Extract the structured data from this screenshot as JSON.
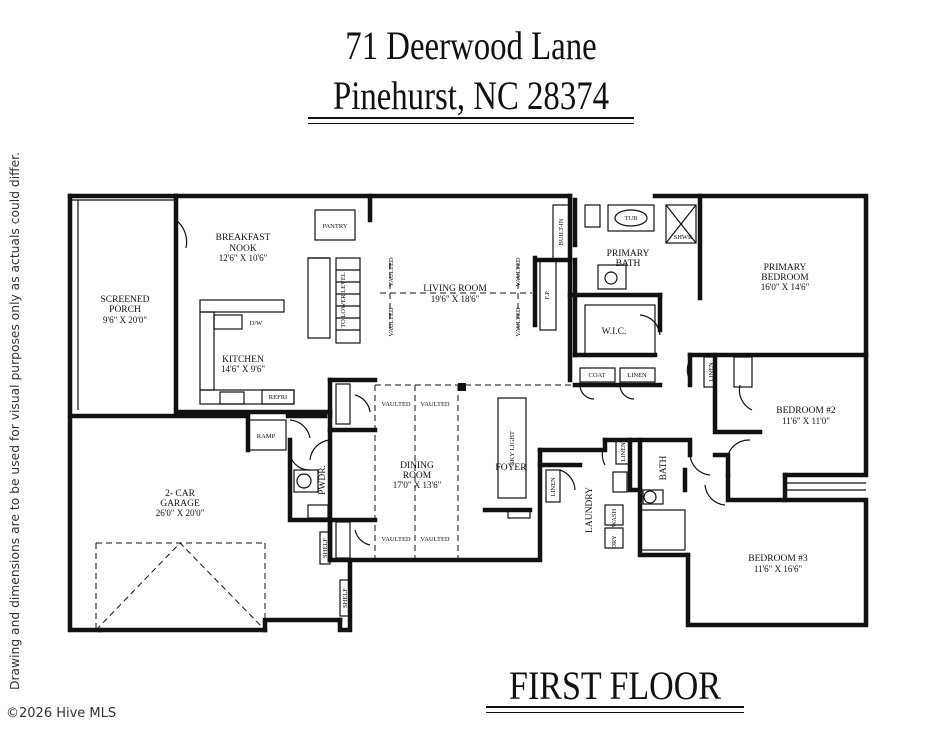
{
  "header": {
    "address_line1": "71 Deerwood Lane",
    "address_line2": "Pinehurst, NC 28374"
  },
  "footer": {
    "floor_label": "FIRST FLOOR",
    "copyright": "©2026 Hive MLS"
  },
  "disclaimer": "Drawing and dimensions are to be used for visual purposes only as actuals could differ.",
  "rooms": {
    "screened_porch": {
      "name1": "SCREENED",
      "name2": "PORCH",
      "dims": "9'6\" X 20'0\""
    },
    "breakfast_nook": {
      "name1": "BREAKFAST",
      "name2": "NOOK",
      "dims": "12'6\" X 10'6\""
    },
    "kitchen": {
      "name": "KITCHEN",
      "dims": "14'6\" X 9'6\""
    },
    "living_room": {
      "name": "LIVING ROOM",
      "dims": "19'6\" X 18'6\""
    },
    "primary_bath": {
      "name1": "PRIMARY",
      "name2": "BATH"
    },
    "primary_bedroom": {
      "name1": "PRIMARY",
      "name2": "BEDROOM",
      "dims": "16'0\" X 14'6\""
    },
    "wic": {
      "name": "W.I.C."
    },
    "bedroom2": {
      "name": "BEDROOM #2",
      "dims": "11'6\" X 11'0\""
    },
    "bedroom3": {
      "name": "BEDROOM #3",
      "dims": "11'6\" X 16'6\""
    },
    "garage": {
      "name1": "2- CAR",
      "name2": "GARAGE",
      "dims": "26'0\" X 20'0\""
    },
    "dining_room": {
      "name1": "DINING",
      "name2": "ROOM",
      "dims": "17'0\" X 13'6\""
    },
    "foyer": {
      "name": "FOYER"
    },
    "laundry": {
      "name": "LAUNDRY"
    },
    "bath": {
      "name": "BATH"
    },
    "powder": {
      "name": "PWDR."
    }
  },
  "fixtures": {
    "pantry": "PANTRY",
    "to_lower_level": "TO LOWER LEVEL",
    "dw": "D/W",
    "refri": "REFRI",
    "ramp": "RAMP",
    "shelf": "SHELF",
    "coat": "COAT",
    "linen": "LINEN",
    "tub": "TUB",
    "shwr": "SHWR",
    "built_in": "BUILT-IN",
    "fp": "F.P.",
    "vaulted": "VAULTED",
    "sky_light": "SKY LIGHT",
    "wash": "WASH",
    "dry": "DRY"
  }
}
